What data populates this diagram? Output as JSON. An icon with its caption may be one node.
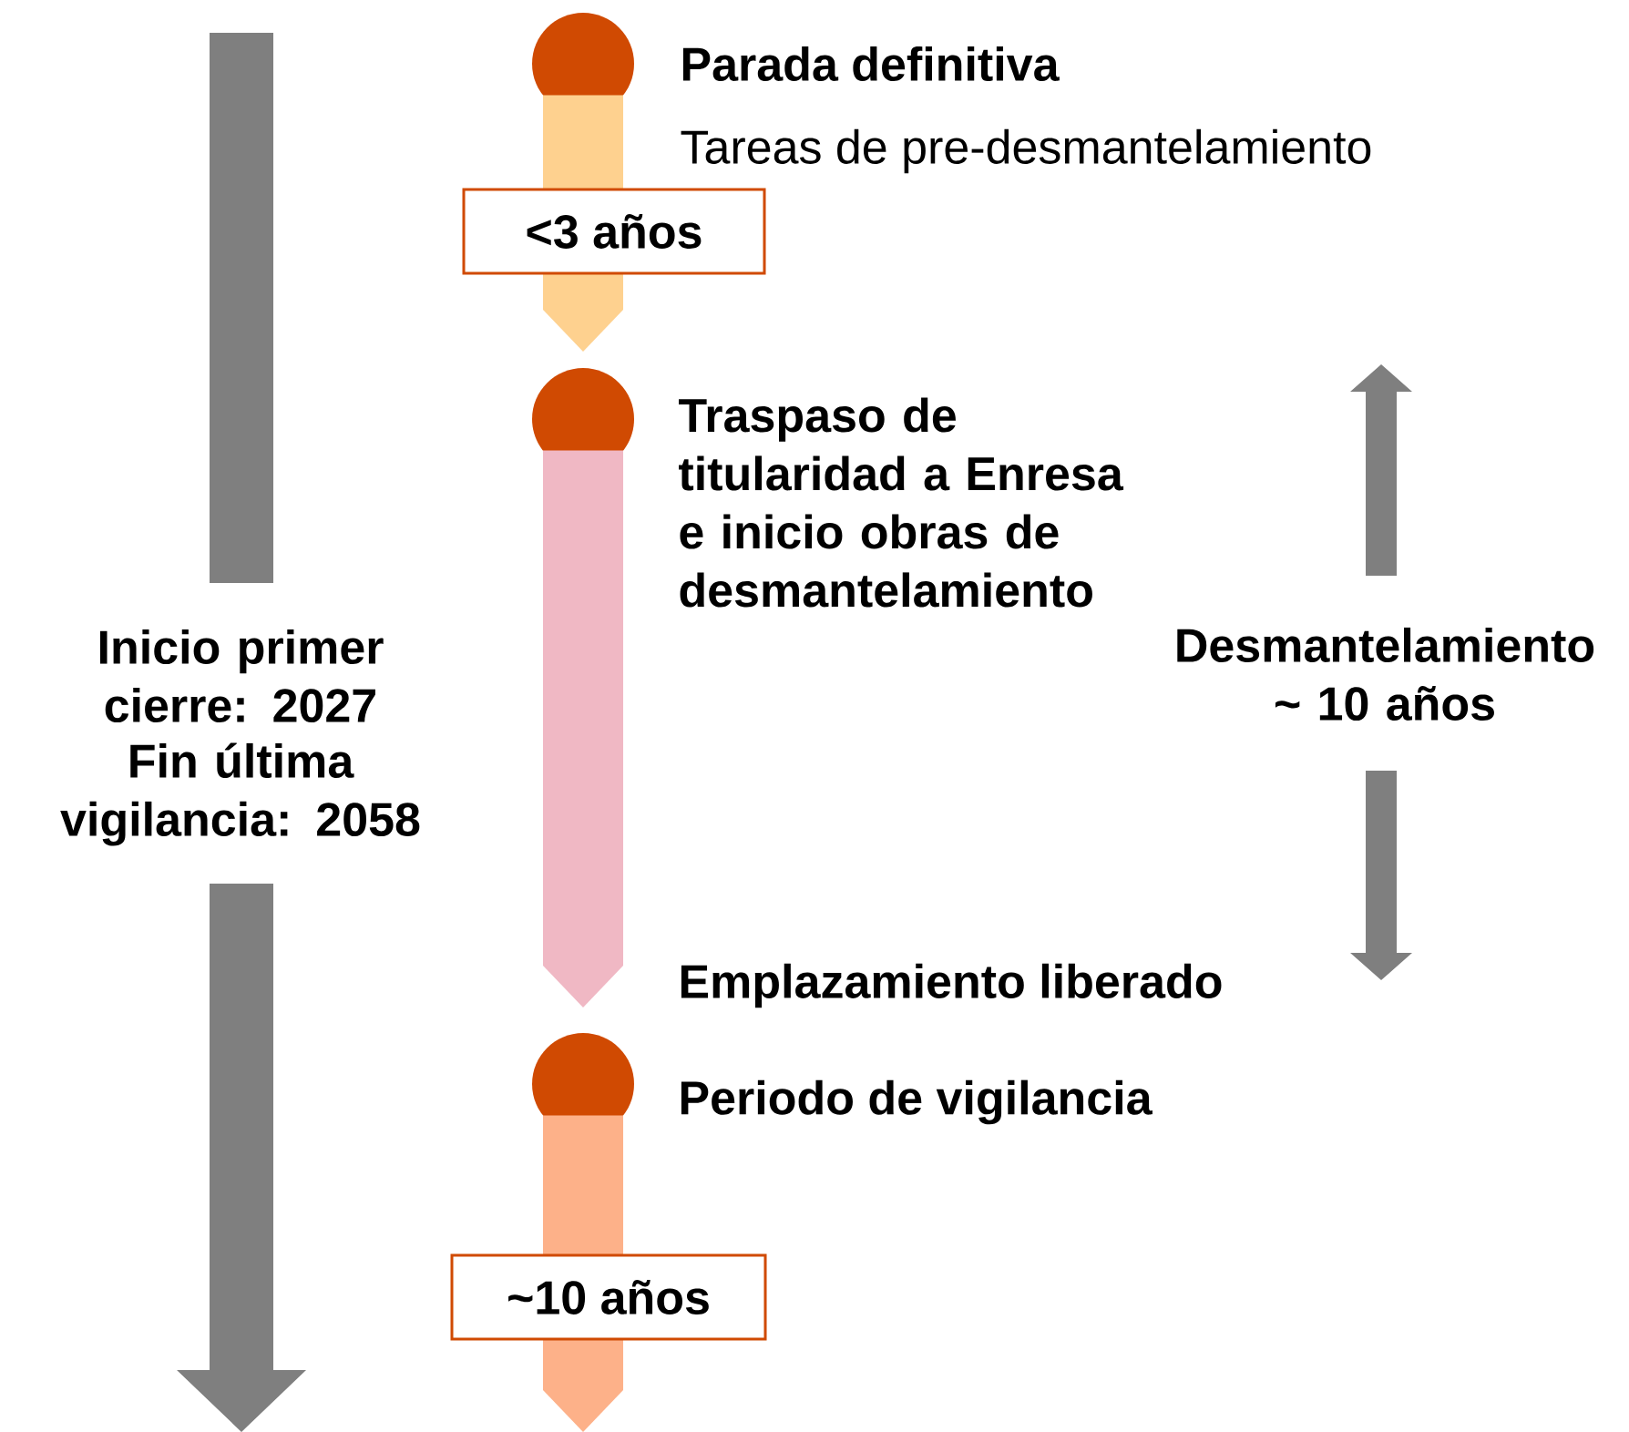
{
  "diagram": {
    "nodes": [
      {
        "text": [],
        "shape": "circle",
        "beside": [
          "Parada definitiva",
          "Tareas de pre-desmantelamiento"
        ]
      },
      {
        "text": [],
        "shape": "circle",
        "beside": [
          "Traspaso de titularidad a Enresa e inicio obras de desmantelamiento"
        ]
      },
      {
        "text": [],
        "shape": "circle",
        "beside": [
          "Periodo de vigilancia"
        ]
      }
    ],
    "edges": [
      {
        "from": 0,
        "to": null,
        "arrow": "to",
        "label": "<3 años",
        "color": "#fed18f"
      },
      {
        "from": 1,
        "to": null,
        "arrow": "to",
        "color": "#f0b8c4"
      },
      {
        "from": 2,
        "to": null,
        "arrow": "to",
        "label": "~10 años",
        "color": "#fdb189"
      }
    ],
    "labels": [
      "Inicio primer cierre: 2027",
      "Fin última vigilancia: 2058",
      "Desmantelamiento ~ 10 años",
      "Emplazamiento liberado"
    ]
  }
}
